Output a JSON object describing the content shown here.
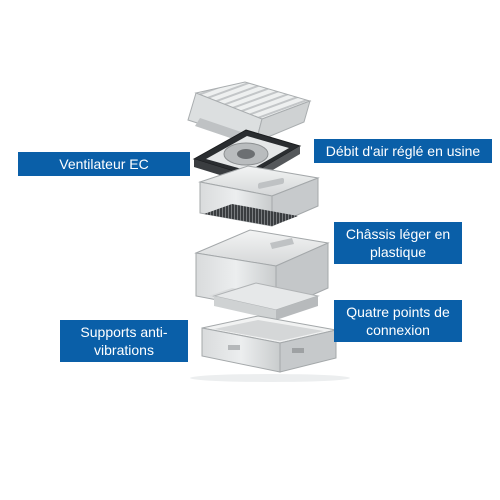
{
  "callouts": {
    "ventilateur": "Ventilateur EC",
    "debit": "Débit d'air réglé en usine",
    "chassis": "Châssis léger en plastique",
    "quatre": "Quatre points de connexion",
    "supports": "Supports anti-vibrations"
  },
  "colors": {
    "callout_bg": "#0a5fa8",
    "callout_text": "#ffffff",
    "unit_body": "#e3e5e6",
    "unit_shadow": "#b8bbbd",
    "grille": "#d6d8d9",
    "panel_dark": "#2a2d30"
  },
  "icons": {
    "top_grille": "louvered-grille-cover",
    "fan_module": "ec-fan-module",
    "filter_chassis": "filter-chassis",
    "duct_housing": "duct-housing",
    "base_tray": "base-tray"
  }
}
